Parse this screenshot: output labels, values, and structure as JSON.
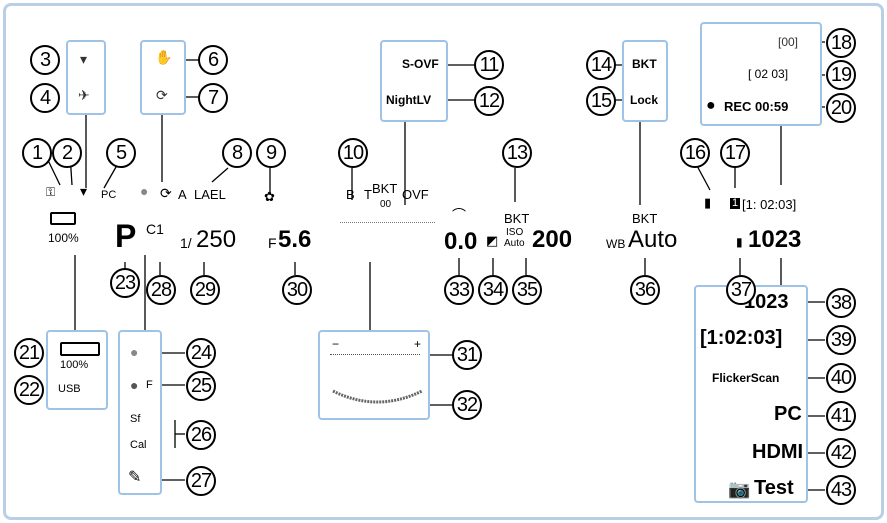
{
  "colors": {
    "callout_box": "#9fc3e6",
    "frame": "#b9cfe6",
    "text": "#000000"
  },
  "callouts": [
    "1",
    "2",
    "3",
    "4",
    "5",
    "6",
    "7",
    "8",
    "9",
    "10",
    "11",
    "12",
    "13",
    "14",
    "15",
    "16",
    "17",
    "18",
    "19",
    "20",
    "21",
    "22",
    "23",
    "24",
    "25",
    "26",
    "27",
    "28",
    "29",
    "30",
    "31",
    "32",
    "33",
    "34",
    "35",
    "36",
    "37",
    "38",
    "39",
    "40",
    "41",
    "42",
    "43"
  ],
  "display": {
    "af_mode": "A",
    "ae_lock": "LAEL",
    "pc_label": "PC",
    "battery_pct": "100%",
    "custom_mode": "C1",
    "shooting_mode": "P",
    "shutter_prefix": "1/",
    "shutter": "250",
    "aperture_prefix": "F",
    "aperture": "5.6",
    "meter_label": "B",
    "bkt_center": "BKT",
    "ovf_label": "T",
    "ovf_right": "OVF",
    "ovf_mid": "00",
    "exposure_comp": "0.0",
    "iso_label": "ISO",
    "iso_auto": "Auto",
    "iso_value": "200",
    "bkt_iso": "BKT",
    "bkt_wb": "BKT",
    "wb_label": "WB",
    "wb_value": "Auto",
    "rec_time": "[1: 02:03]",
    "shots_remaining": "1023",
    "card_number": "1"
  },
  "legend_boxes": {
    "sovf": "S-OVF",
    "night_lv": "NightLV",
    "bkt": "BKT",
    "lock": "Lock",
    "rec_small_a": "[00]",
    "rec_small_b": "[ 02 03]",
    "rec_label": "REC 00:59",
    "battery_small": "100%",
    "usb": "USB",
    "focus_f": "F",
    "focus_sf": "Sf",
    "focus_cal": "Cal",
    "r38": "1023",
    "r39": "[1:02:03]",
    "r40": "FlickerScan",
    "r41": "PC",
    "r42": "HDMI",
    "r43": "Test"
  }
}
